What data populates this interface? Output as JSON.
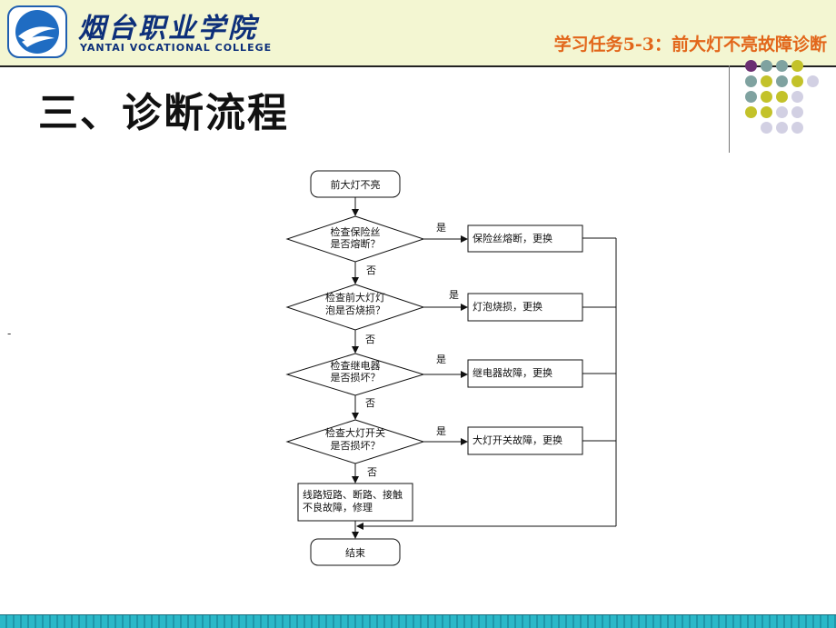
{
  "header": {
    "college_cn": "烟台职业学院",
    "college_en": "YANTAI VOCATIONAL COLLEGE",
    "task_title": "学习任务5-3：前大灯不亮故障诊断"
  },
  "section_title": "三、诊断流程",
  "flowchart": {
    "start": "前大灯不亮",
    "checks": [
      {
        "line1": "检查保险丝",
        "line2": "是否熔断？",
        "yes": "是",
        "no": "否",
        "fault": "保险丝熔断，更换"
      },
      {
        "line1": "检查前大灯灯",
        "line2": "泡是否烧损？",
        "yes": "是",
        "no": "否",
        "fault": "灯泡烧损，更换"
      },
      {
        "line1": "检查继电器",
        "line2": "是否损坏？",
        "yes": "是",
        "no": "否",
        "fault": "继电器故障，更换"
      },
      {
        "line1": "检查大灯开关",
        "line2": "是否损坏？",
        "yes": "是",
        "no": "否",
        "fault": "大灯开关故障，更换"
      }
    ],
    "repair_line1": "线路短路、断路、接触",
    "repair_line2": "不良故障，修理",
    "end": "结束"
  },
  "dash": "-",
  "colors": {
    "accent_title": "#e2661a",
    "brand_blue": "#0d2f7a",
    "dot_purple": "#6b2f72",
    "dot_teal": "#7fa2a0",
    "dot_olive": "#c3c22a",
    "dot_lavender": "#d2d0e3"
  }
}
